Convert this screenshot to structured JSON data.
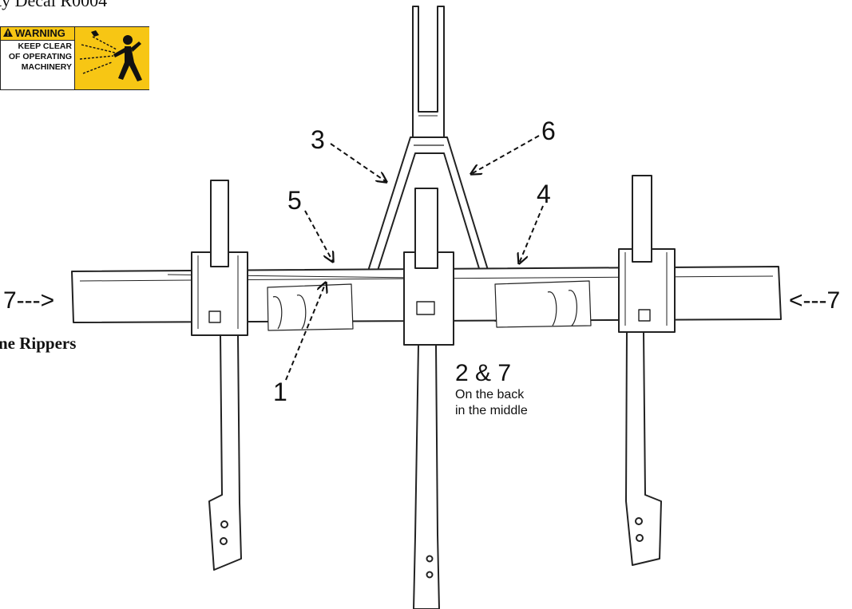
{
  "page": {
    "caption_top": "ty Decal R0004",
    "caption_left": "ne Rippers"
  },
  "decal": {
    "header": "WARNING",
    "lines": [
      "KEEP CLEAR",
      "OF OPERATING",
      "MACHINERY"
    ],
    "header_icon": "warning-triangle-icon",
    "pictogram": "hand-entanglement-person-icon",
    "colors": {
      "safety_yellow": "#f7c614",
      "ink": "#111111"
    }
  },
  "callouts": [
    {
      "id": "1",
      "text": "1"
    },
    {
      "id": "2",
      "text": "3"
    },
    {
      "id": "3",
      "text": "6"
    },
    {
      "id": "4",
      "text": "5"
    },
    {
      "id": "5",
      "text": "4"
    },
    {
      "id": "6",
      "text": "7--->"
    },
    {
      "id": "7",
      "text": "<---7"
    }
  ],
  "note": {
    "big": "2 & 7",
    "line1": "On the back",
    "line2": "in the middle"
  }
}
